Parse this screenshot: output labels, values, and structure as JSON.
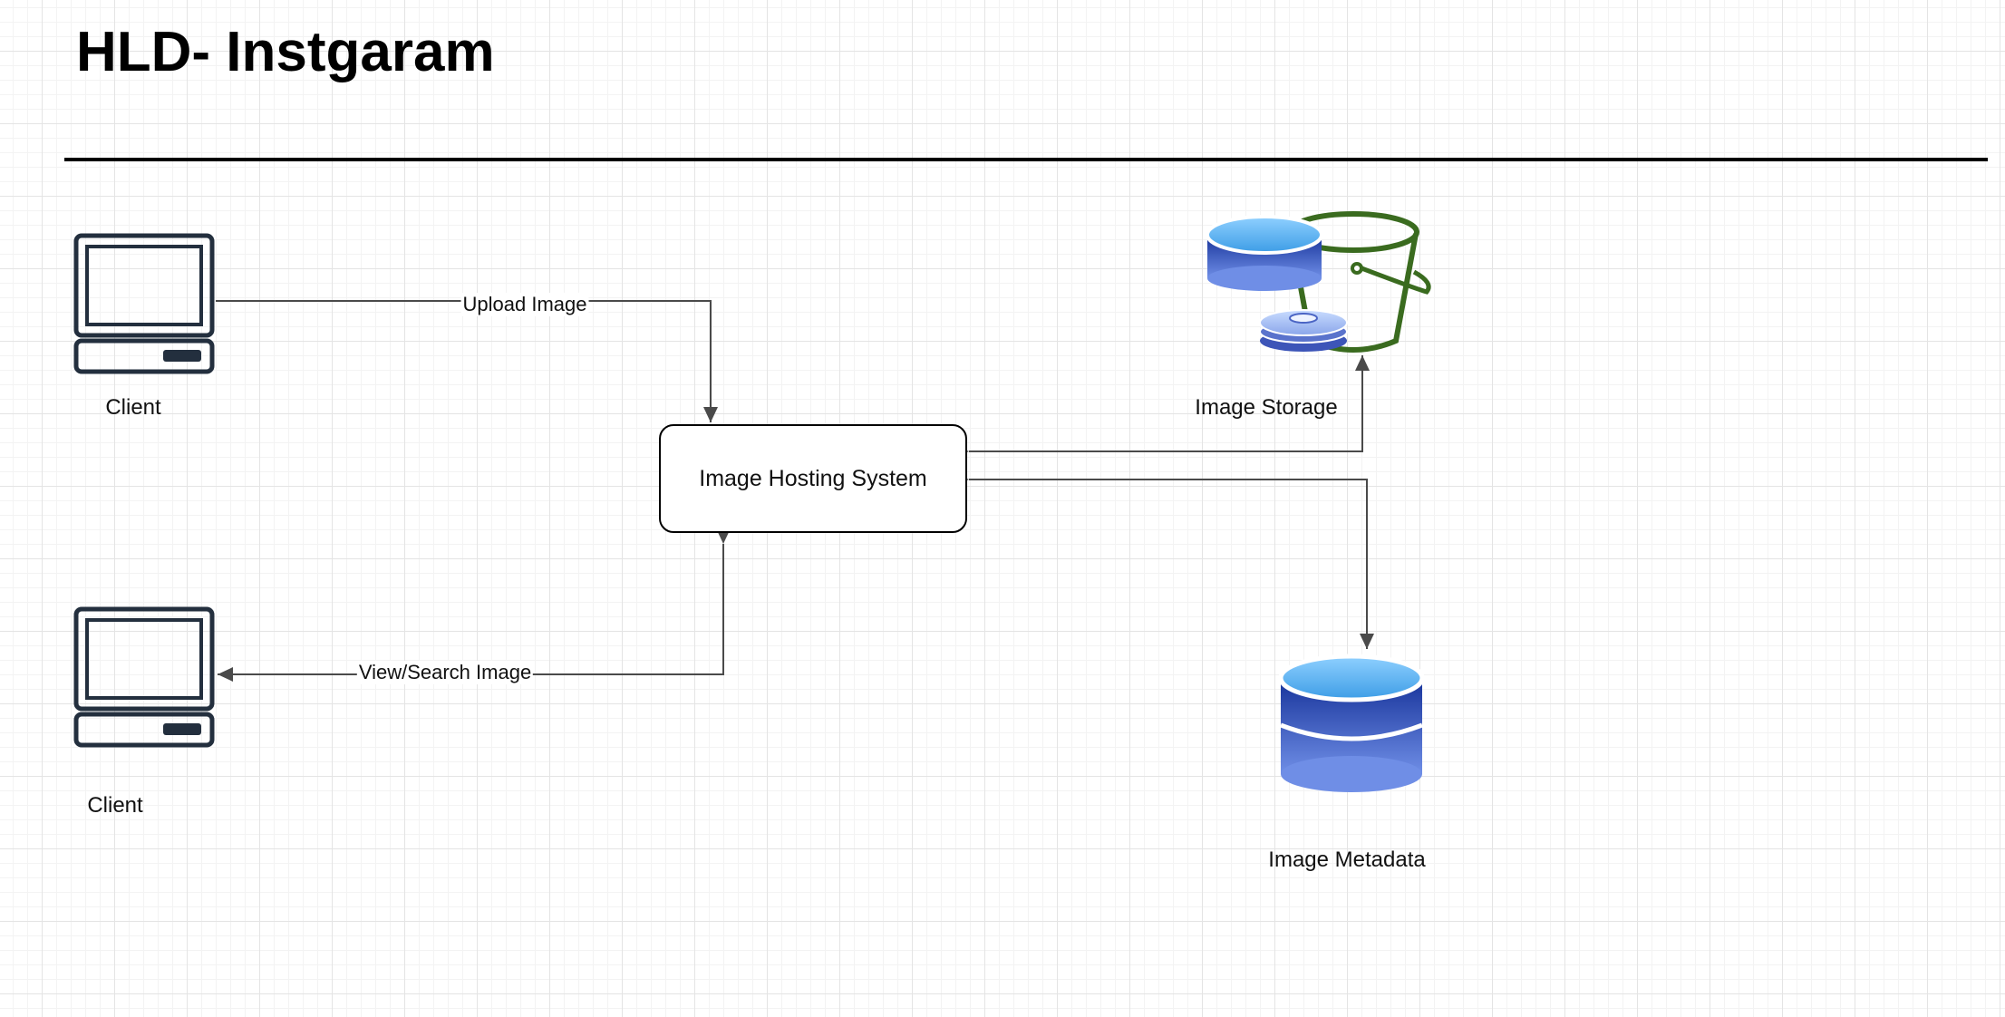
{
  "title": "HLD- Instgaram",
  "nodes": {
    "client_upload": {
      "label": "Client"
    },
    "client_view": {
      "label": "Client"
    },
    "hosting": {
      "label": "Image Hosting System"
    },
    "storage": {
      "label": "Image Storage"
    },
    "metadata": {
      "label": "Image Metadata"
    }
  },
  "edges": {
    "upload": {
      "label": "Upload Image"
    },
    "view": {
      "label": "View/Search Image"
    }
  },
  "icons": {
    "client": "computer-icon",
    "storage": "storage-bucket-icon",
    "metadata": "database-icon"
  },
  "colors": {
    "line": "#4a4a4a",
    "bucket": "#3a6b1f",
    "db_top": "#5fb4f5",
    "db_body": "#1f3fa0",
    "monitor": "#232f3e"
  }
}
